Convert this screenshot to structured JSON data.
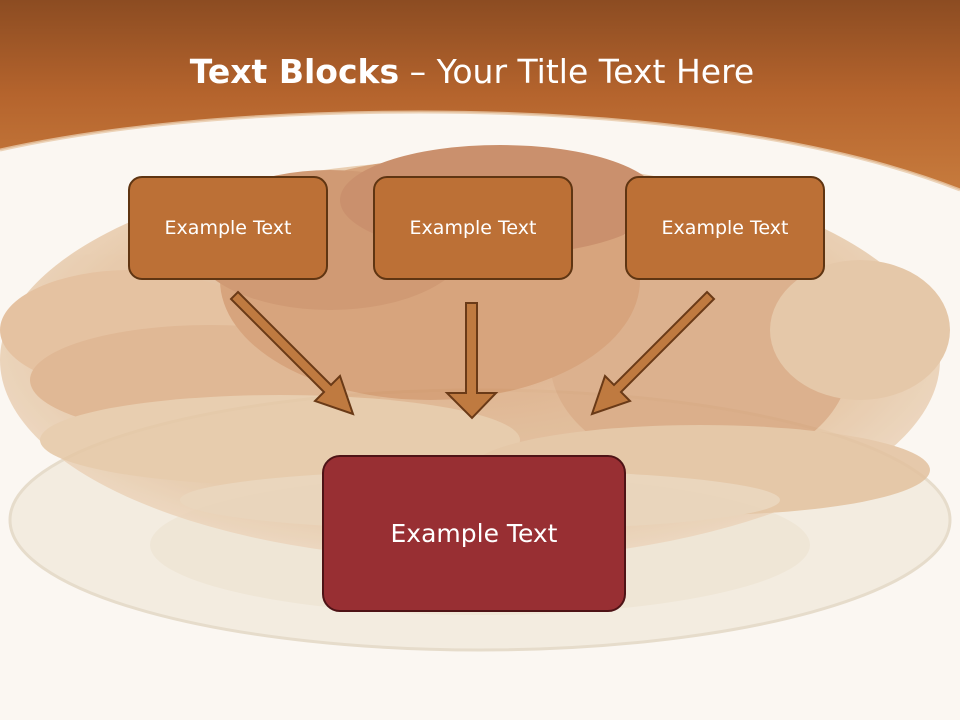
{
  "title": {
    "bold": "Text Blocks",
    "rest": " – Your Title Text Here"
  },
  "blocks": {
    "top": [
      "Example Text",
      "Example Text",
      "Example Text"
    ],
    "bottom": "Example Text"
  },
  "colors": {
    "header": "#b86a30",
    "top_box": "#bc7036",
    "bottom_box": "#982f33",
    "arrow": "#bf7a40",
    "background": "#fbf7f2"
  }
}
